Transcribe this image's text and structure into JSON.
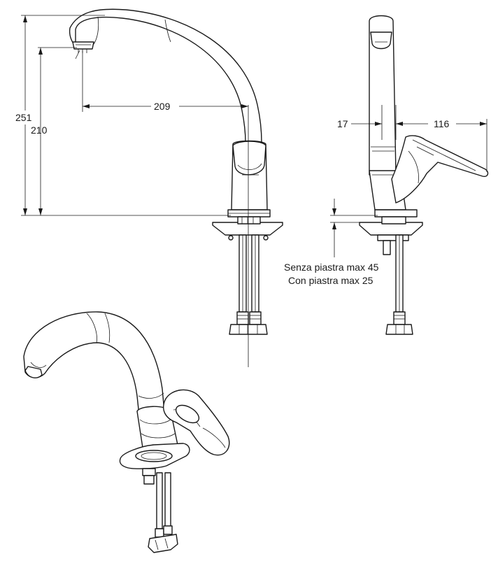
{
  "dimensions": {
    "total_height": "251",
    "spout_height": "210",
    "spout_reach": "209",
    "body_width": "17",
    "lever_reach": "116"
  },
  "notes": {
    "without_plate": "Senza piastra max 45",
    "with_plate": "Con piastra max 25"
  }
}
